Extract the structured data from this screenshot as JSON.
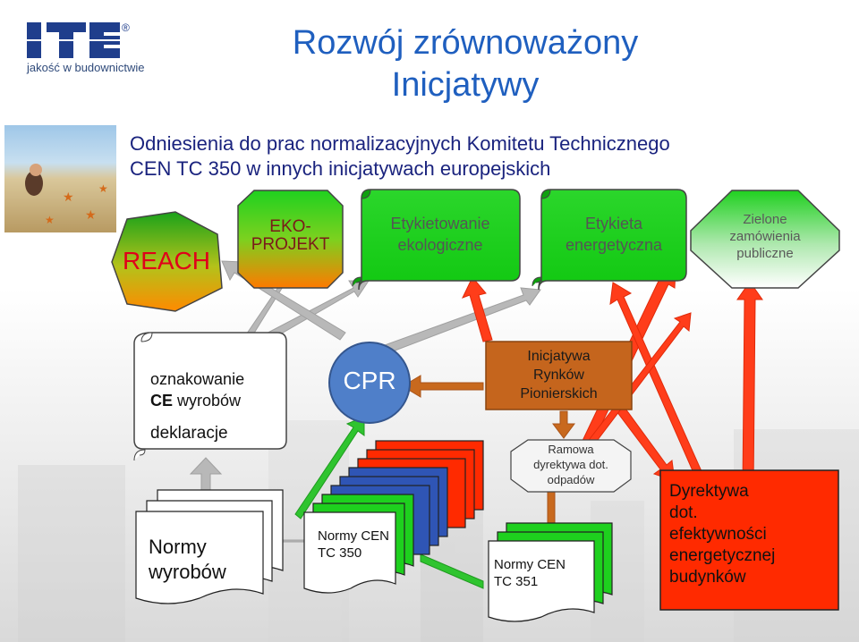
{
  "logo": {
    "brand": "ITB",
    "registered": "®",
    "tagline": "jakość w budownictwie"
  },
  "title": {
    "line1": "Rozwój zrównoważony",
    "line2": "Inicjatywy"
  },
  "subtitle": {
    "line1": "Odniesienia do prac normalizacyjnych Komitetu Technicznego",
    "line2": "CEN TC 350 w innych inicjatywach europejskich"
  },
  "top": {
    "reach": "REACH",
    "eko_line1": "EKO-",
    "eko_line2": "PROJEKT",
    "etykietowanie_line1": "Etykietowanie",
    "etykietowanie_line2": "ekologiczne",
    "etykieta_line1": "Etykieta",
    "etykieta_line2": "energetyczna",
    "zielone_line1": "Zielone",
    "zielone_line2": "zamówienia",
    "zielone_line3": "publiczne"
  },
  "middle": {
    "ce_line1": "oznakowanie",
    "ce_line2_bold": "CE",
    "ce_line2_rest": " wyrobów",
    "deklaracje": "deklaracje",
    "cpr": "CPR",
    "lmi_line1": "Inicjatywa",
    "lmi_line2": "Rynków",
    "lmi_line3": "Pionierskich",
    "ramowa_line1": "Ramowa",
    "ramowa_line2": "dyrektywa dot.",
    "ramowa_line3": "odpadów"
  },
  "bottom": {
    "normy_line1": "Normy",
    "normy_line2": "wyrobów",
    "tc350_line1": "Normy CEN",
    "tc350_line2": "TC 350",
    "tc351_line1": "Normy CEN",
    "tc351_line2": "TC 351",
    "epbd_line1": "Dyrektywa",
    "epbd_line2": "dot.",
    "epbd_line3": "efektywności",
    "epbd_line4": "energetycznej",
    "epbd_line5": "budynków"
  },
  "colors": {
    "title": "#1f5fbf",
    "subtitle": "#1a237e",
    "green": "#22d122",
    "red_arrow": "#ff3a1a",
    "brown_arrow": "#c8691e",
    "gray_arrow": "#b5b5b5",
    "cpr_fill": "#4f7fc9",
    "epbd_fill": "#ff2a00",
    "lmi_fill": "#c5651d"
  }
}
